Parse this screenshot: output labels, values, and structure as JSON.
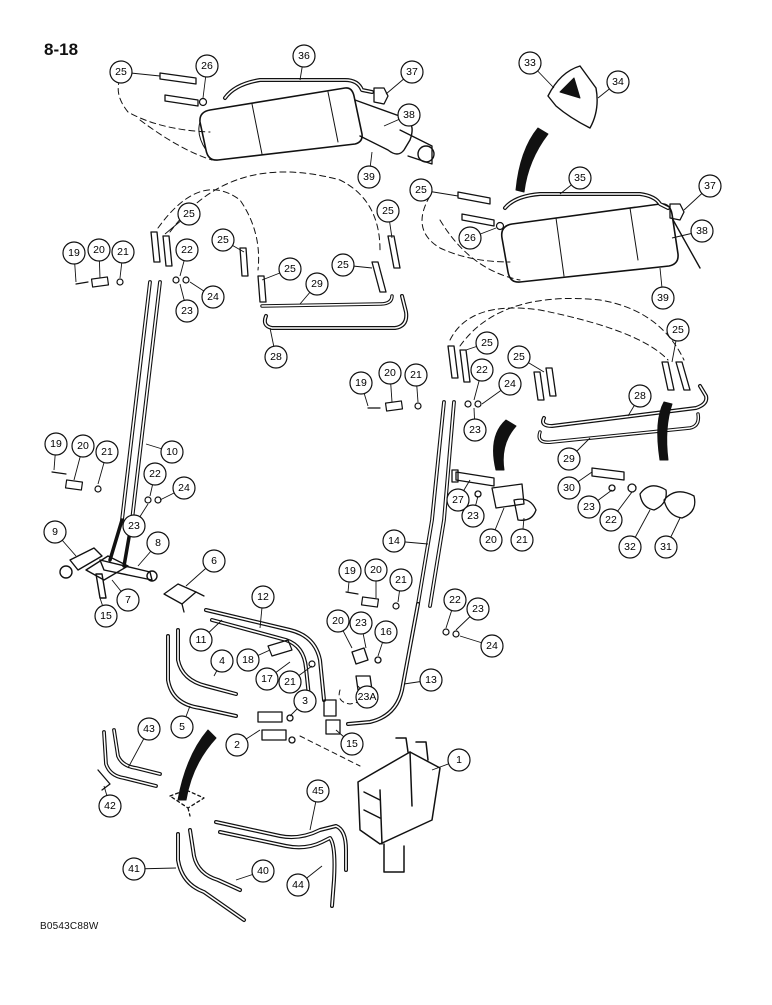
{
  "page": {
    "number": "8-18",
    "figure_code": "B0543C88W"
  },
  "callouts": {
    "c1": "1",
    "c2": "2",
    "c3": "3",
    "c4": "4",
    "c5": "5",
    "c6": "6",
    "c7": "7",
    "c8": "8",
    "c9": "9",
    "c10": "10",
    "c11": "11",
    "c12": "12",
    "c13": "13",
    "c14": "14",
    "c15a": "15",
    "c15b": "15",
    "c16": "16",
    "c17": "17",
    "c18": "18",
    "c19a": "19",
    "c19b": "19",
    "c19c": "19",
    "c19d": "19",
    "c20a": "20",
    "c20b": "20",
    "c20c": "20",
    "c20d": "20",
    "c20e": "20",
    "c20f": "20",
    "c21a": "21",
    "c21b": "21",
    "c21c": "21",
    "c21d": "21",
    "c21e": "21",
    "c21f": "21",
    "c22a": "22",
    "c22b": "22",
    "c22c": "22",
    "c22d": "22",
    "c22e": "22",
    "c23a": "23",
    "c23b": "23",
    "c23c": "23",
    "c23d": "23",
    "c23e": "23",
    "c23f": "23",
    "c23g": "23",
    "c23h": "23A",
    "c24a": "24",
    "c24b": "24",
    "c24c": "24",
    "c24d": "24",
    "c25a": "25",
    "c25b": "25",
    "c25c": "25",
    "c25d": "25",
    "c25e": "25",
    "c25f": "25",
    "c25g": "25",
    "c25h": "25",
    "c25i": "25",
    "c25j": "25",
    "c26a": "26",
    "c26b": "26",
    "c27": "27",
    "c28a": "28",
    "c28b": "28",
    "c29a": "29",
    "c29b": "29",
    "c30": "30",
    "c31": "31",
    "c32": "32",
    "c33": "33",
    "c34": "34",
    "c35": "35",
    "c36": "36",
    "c37a": "37",
    "c37b": "37",
    "c38a": "38",
    "c38b": "38",
    "c39a": "39",
    "c39b": "39",
    "c40": "40",
    "c41": "41",
    "c42": "42",
    "c43": "43",
    "c44": "44",
    "c45": "45"
  }
}
